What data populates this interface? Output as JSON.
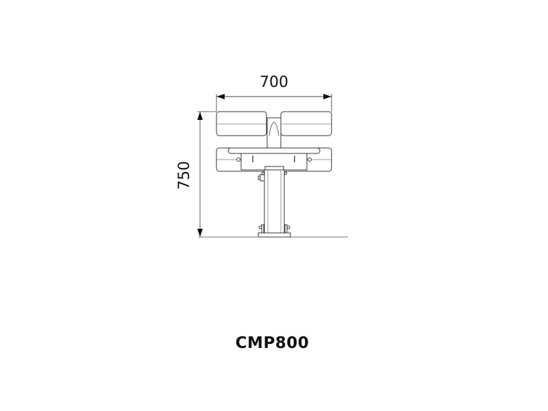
{
  "drawing": {
    "width_dimension": "700",
    "height_dimension": "750",
    "product_code": "CMP800"
  }
}
